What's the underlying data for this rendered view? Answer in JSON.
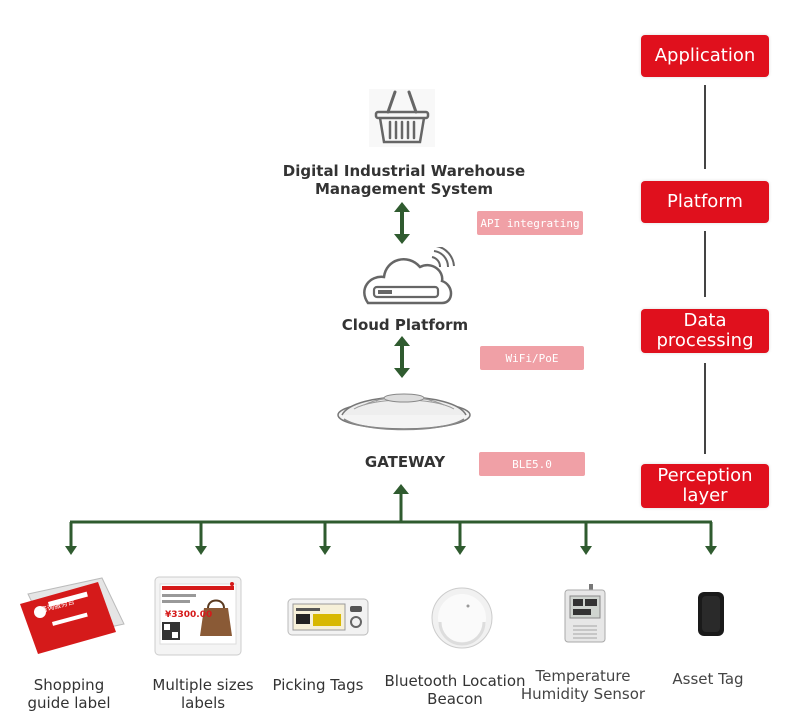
{
  "layers": [
    {
      "label": "Application"
    },
    {
      "label": "Platform"
    },
    {
      "label_line1": "Data",
      "label_line2": "processing"
    },
    {
      "label_line1": "Perception",
      "label_line2": "layer"
    }
  ],
  "nodes": {
    "wms_line1": "Digital Industrial Warehouse",
    "wms_line2": "Management System",
    "cloud": "Cloud Platform",
    "gateway": "GATEWAY"
  },
  "links": {
    "api": "API integrating",
    "wifi": "WiFi/PoE",
    "ble": "BLE5.0"
  },
  "devices": [
    {
      "line1": "Shopping",
      "line2": "guide label",
      "screen_text": "咨询服务台"
    },
    {
      "line1": "Multiple sizes",
      "line2": "labels",
      "price": "¥3300.00"
    },
    {
      "line1": "Picking Tags",
      "line2": ""
    },
    {
      "line1": "Bluetooth Location",
      "line2": "Beacon"
    },
    {
      "line1": "Temperature",
      "line2": "Humidity Sensor"
    },
    {
      "line1": "Asset Tag",
      "line2": ""
    }
  ],
  "colors": {
    "accent": "#e0101d",
    "tag": "#f0a0a6",
    "arrow": "#2f5b2f"
  }
}
